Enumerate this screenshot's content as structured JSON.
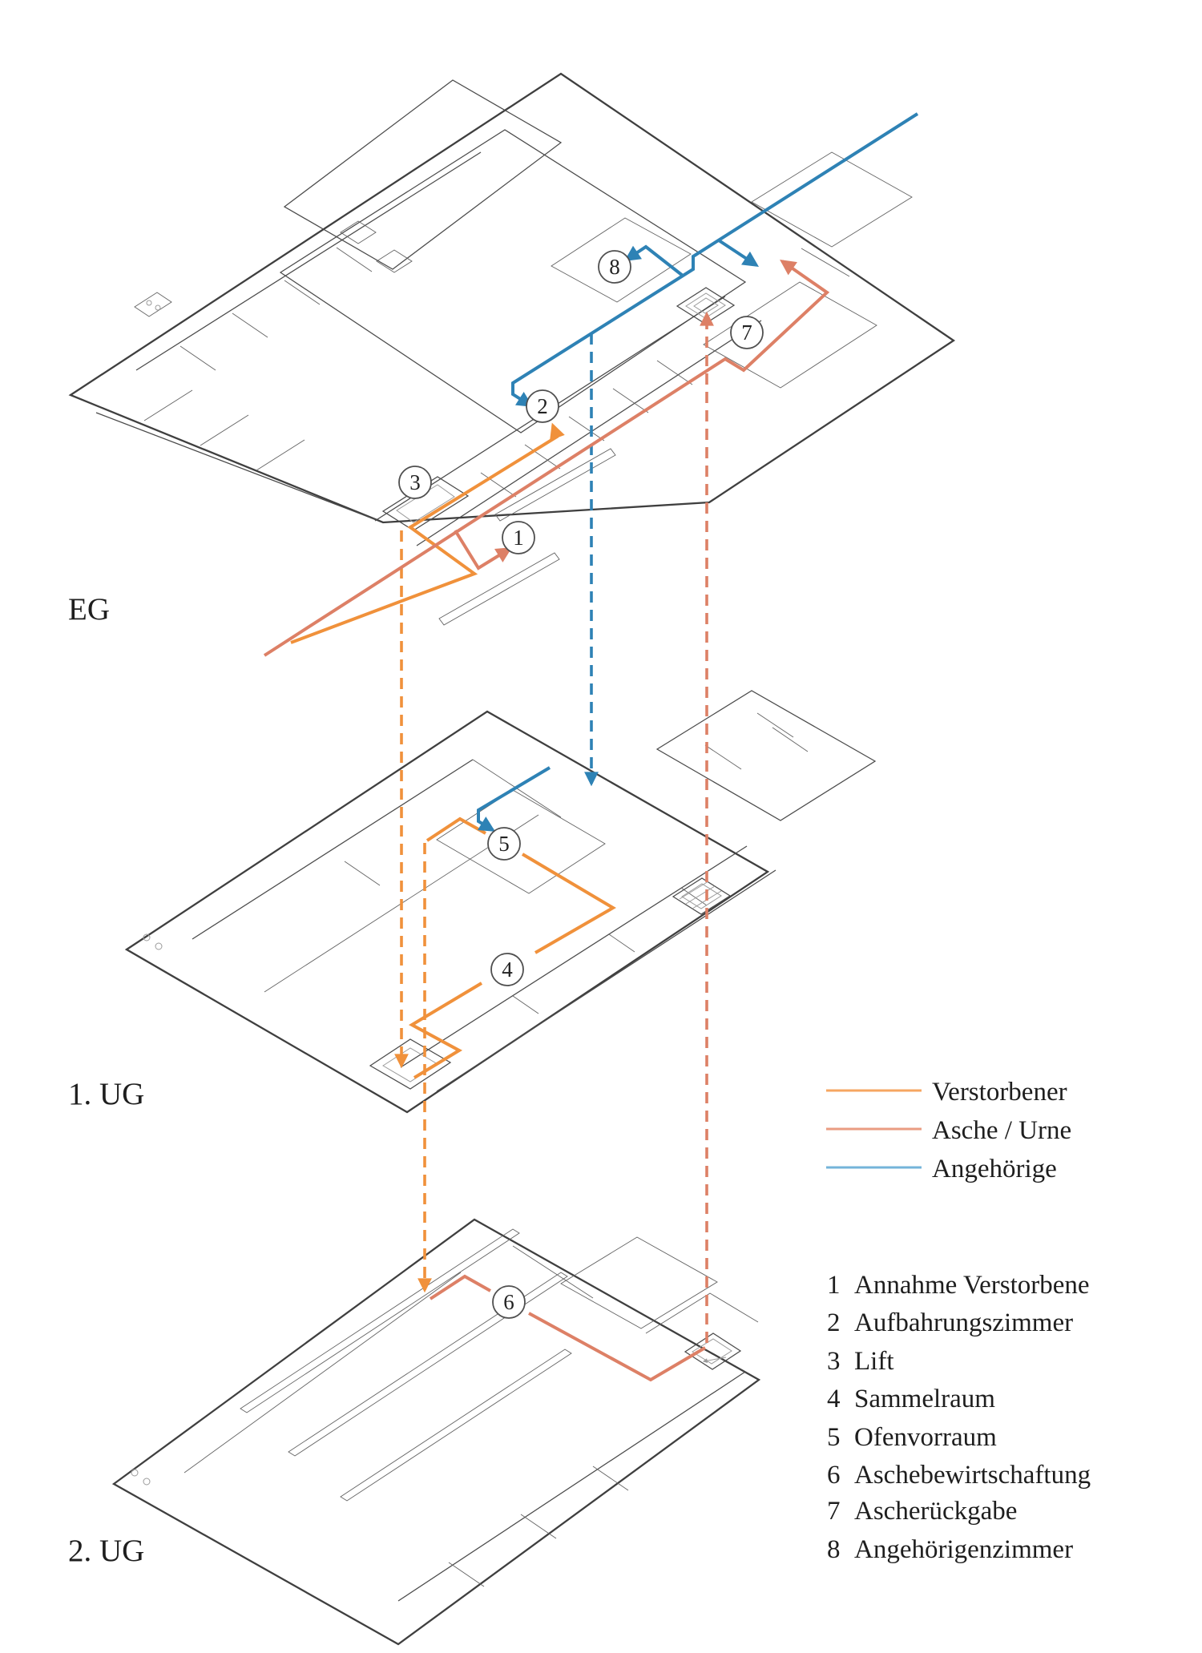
{
  "page": {
    "background": "#ffffff"
  },
  "floors": [
    {
      "label": "EG"
    },
    {
      "label": "1. UG"
    },
    {
      "label": "2. UG"
    }
  ],
  "legend": {
    "items": [
      {
        "label": "Verstorbener",
        "color": "#F6A661"
      },
      {
        "label": "Asche / Urne",
        "color": "#EA9C82"
      },
      {
        "label": "Angehörige",
        "color": "#74B4DA"
      }
    ]
  },
  "room_list": [
    {
      "number": "1",
      "name": "Annahme Verstorbene"
    },
    {
      "number": "2",
      "name": "Aufbahrungszimmer"
    },
    {
      "number": "3",
      "name": "Lift"
    },
    {
      "number": "4",
      "name": "Sammelraum"
    },
    {
      "number": "5",
      "name": "Ofenvorraum"
    },
    {
      "number": "6",
      "name": "Aschebewirtschaftung"
    },
    {
      "number": "7",
      "name": "Ascherückgabe"
    },
    {
      "number": "8",
      "name": "Angehörigenzimmer"
    }
  ],
  "flows": {
    "deceased": {
      "label": "Verstorbener",
      "color": "#F0913B"
    },
    "ashes": {
      "label": "Asche / Urne",
      "color": "#DD8066"
    },
    "relatives": {
      "label": "Angehörige",
      "color": "#2E82B5"
    }
  },
  "plan": {
    "line_color": "#3f3f3f",
    "light_line_color": "#9a9a9a",
    "text_color": "#1e1e1e"
  }
}
